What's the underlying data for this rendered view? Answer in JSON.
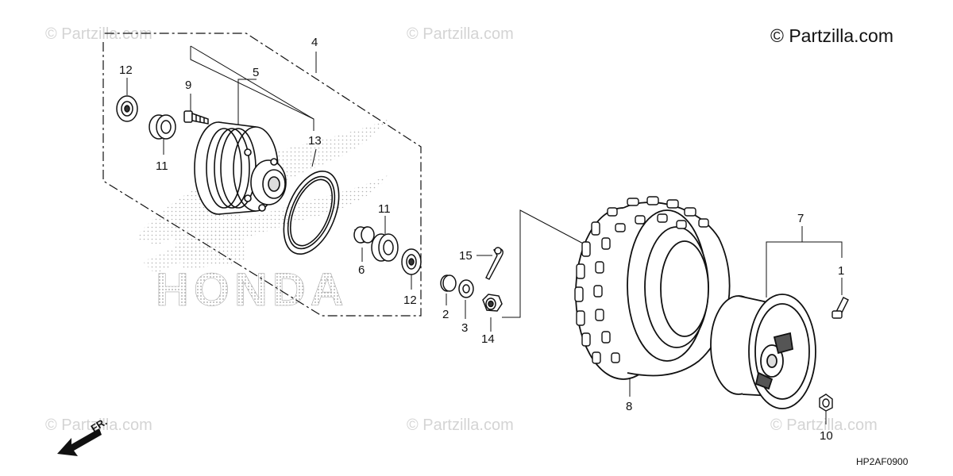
{
  "watermark": {
    "main": "© Partzilla.com",
    "faded": "© Partzilla.com"
  },
  "diagram_code": "HP2AF0900",
  "brand_mark": "HONDA",
  "direction_label": "FR.",
  "callouts": {
    "c1": "1",
    "c2": "2",
    "c3": "3",
    "c4": "4",
    "c5": "5",
    "c6": "6",
    "c7": "7",
    "c8": "8",
    "c9": "9",
    "c10": "10",
    "c11a": "11",
    "c11b": "11",
    "c12a": "12",
    "c12b": "12",
    "c13": "13",
    "c14": "14",
    "c15": "15"
  }
}
